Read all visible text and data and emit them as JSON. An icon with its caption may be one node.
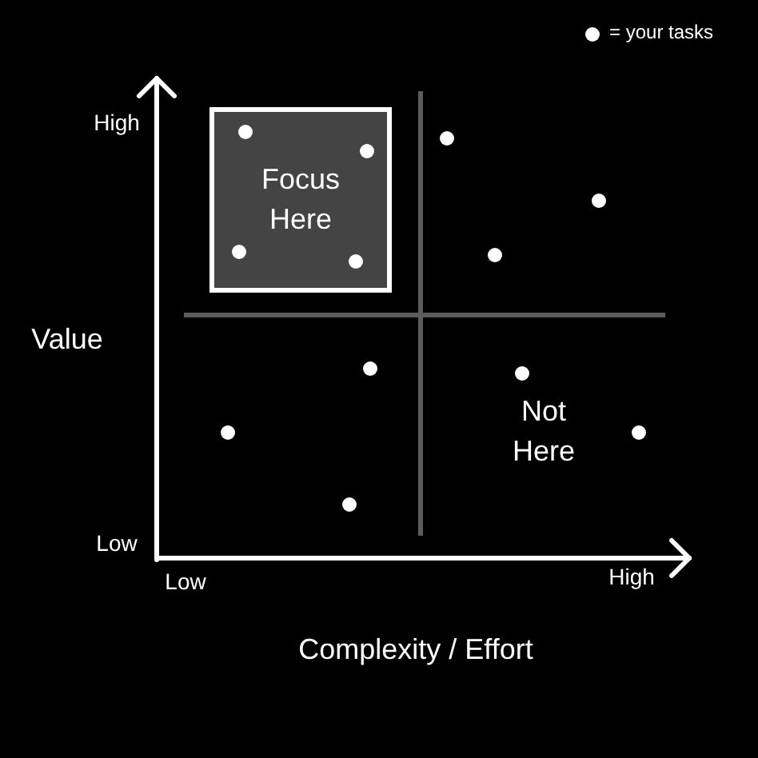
{
  "diagram": {
    "nodes": [
      {
        "text": [
          "Focus Here"
        ]
      }
    ],
    "labels": [
      "High",
      "Value",
      "Not Here",
      "Low",
      "Low",
      "High",
      "Complexity / Effort"
    ],
    "legend": [
      {
        "text": "= your tasks"
      }
    ]
  }
}
